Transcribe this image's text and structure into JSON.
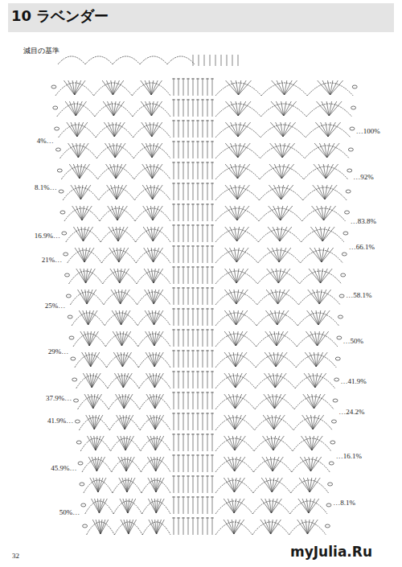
{
  "diagram": {
    "title": "10 ラベンダー",
    "labels": [
      "減目の基準",
      "4%…",
      "8.1%…",
      "16.9%…",
      "21%…",
      "25%…",
      "29%…",
      "37.9%…",
      "41.9%…",
      "45.9%…",
      "50%…",
      "…100%",
      "…92%",
      "…83.8%",
      "…66.1%",
      "…58.1%",
      "…50%",
      "…41.9%",
      "…24.2%",
      "…16.1%",
      "…8.1%",
      "32",
      "myJulia.Ru"
    ]
  }
}
